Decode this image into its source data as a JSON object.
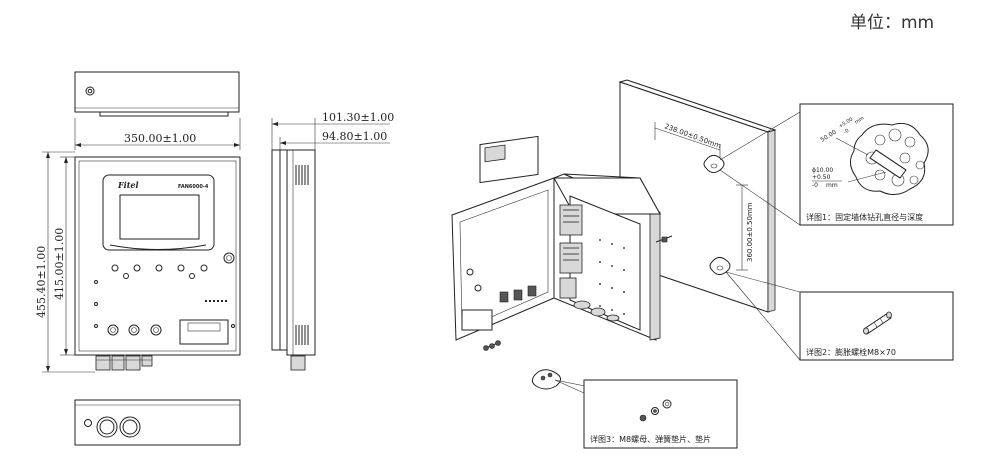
{
  "unit_label": "单位：mm",
  "dimensions": {
    "front_width": "350.00±1.00",
    "front_height": "455.40±1.00",
    "body_height": "415.00±1.00",
    "side_depth_outer": "101.30±1.00",
    "side_depth_inner": "94.80±1.00"
  },
  "panel": {
    "brand": "Fitel",
    "model": "FAN6000-4"
  },
  "install": {
    "hole_spacing_horizontal": "238.00±0.50mm",
    "hole_spacing_vertical": "360.00±0.50mm"
  },
  "detail1": {
    "caption": "详图1：固定墙体钻孔直径与深度",
    "depth_label_main": "50.00",
    "depth_tol_plus": "+5.00",
    "depth_tol_minus": "-0",
    "depth_unit": "mm",
    "dia_label_main": "ϕ10.00",
    "dia_tol_plus": "+0.50",
    "dia_tol_minus": "-0",
    "dia_unit": "mm"
  },
  "detail2": {
    "caption": "详图2：膨胀螺栓M8×70"
  },
  "detail3": {
    "caption": "详图3：M8螺母、弹簧垫片、垫片"
  }
}
